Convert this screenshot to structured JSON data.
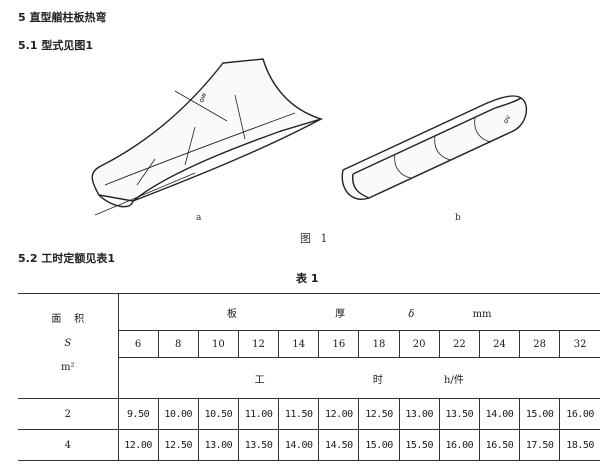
{
  "section5": {
    "title": "5  直型艏柱板热弯"
  },
  "section51": {
    "title": "5.1  型式见图1"
  },
  "figure": {
    "label_a": "a",
    "label_b": "b",
    "caption": "图 1",
    "mark_a": "ow",
    "mark_b": "ov"
  },
  "section52": {
    "title": "5.2  工时定额见表1"
  },
  "table": {
    "caption": "表 1",
    "area_label": "面    积",
    "s_label": "S",
    "unit_label": "m²",
    "thickness_header": {
      "word1": "板",
      "word2": "厚",
      "symbol": "δ",
      "unit": "mm"
    },
    "thickness_values": [
      "6",
      "8",
      "10",
      "12",
      "14",
      "16",
      "18",
      "20",
      "22",
      "24",
      "28",
      "32"
    ],
    "time_header": {
      "word1": "工",
      "word2": "时",
      "unit": "h/件"
    },
    "rows": [
      {
        "area": "2",
        "values": [
          "9.50",
          "10.00",
          "10.50",
          "11.00",
          "11.50",
          "12.00",
          "12.50",
          "13.00",
          "13.50",
          "14.00",
          "15.00",
          "16.00"
        ]
      },
      {
        "area": "4",
        "values": [
          "12.00",
          "12.50",
          "13.00",
          "13.50",
          "14.00",
          "14.50",
          "15.00",
          "15.50",
          "16.00",
          "16.50",
          "17.50",
          "18.50"
        ]
      }
    ]
  }
}
